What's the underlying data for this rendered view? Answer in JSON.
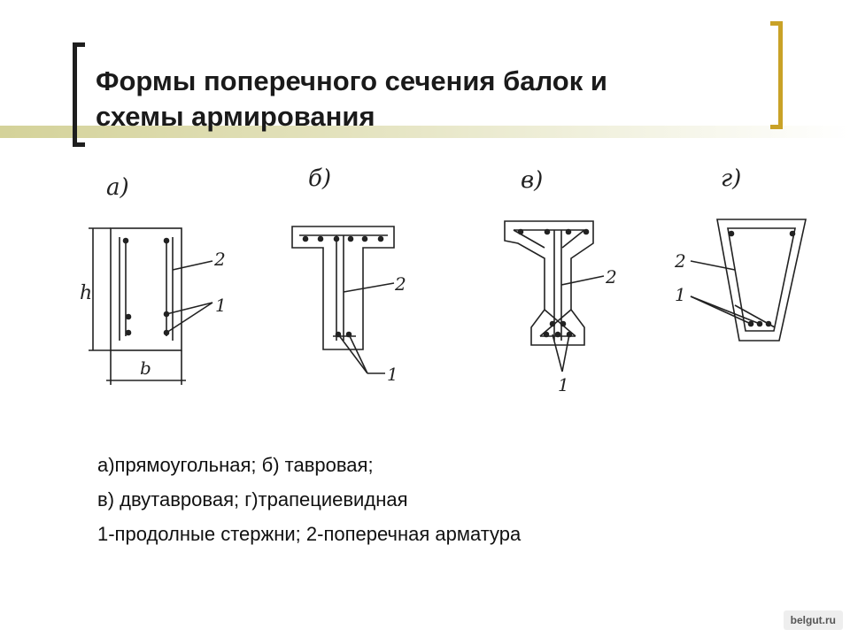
{
  "slide": {
    "title_line1": "Формы поперечного сечения балок и",
    "title_line2": "схемы армирования"
  },
  "diagram": {
    "panel_a": {
      "letter": "а)",
      "label_h": "h",
      "label_b": "b",
      "label_2": "2",
      "label_1": "1"
    },
    "panel_b": {
      "letter": "б)",
      "label_2": "2",
      "label_1": "1"
    },
    "panel_c": {
      "letter": "в)",
      "label_2": "2",
      "label_1": "1"
    },
    "panel_d": {
      "letter": "г)",
      "label_2": "2",
      "label_1": "1"
    }
  },
  "caption": {
    "line1": "а)прямоугольная; б) тавровая;",
    "line2": "в) двутавровая; г)трапециевидная",
    "line3": "1-продолные стержни; 2-поперечная арматура"
  },
  "watermark": "belgut.ru",
  "colors": {
    "accent_gold": "#c9a227",
    "bracket_dark": "#1e1e1e",
    "bar_olive": "#d4d299"
  }
}
